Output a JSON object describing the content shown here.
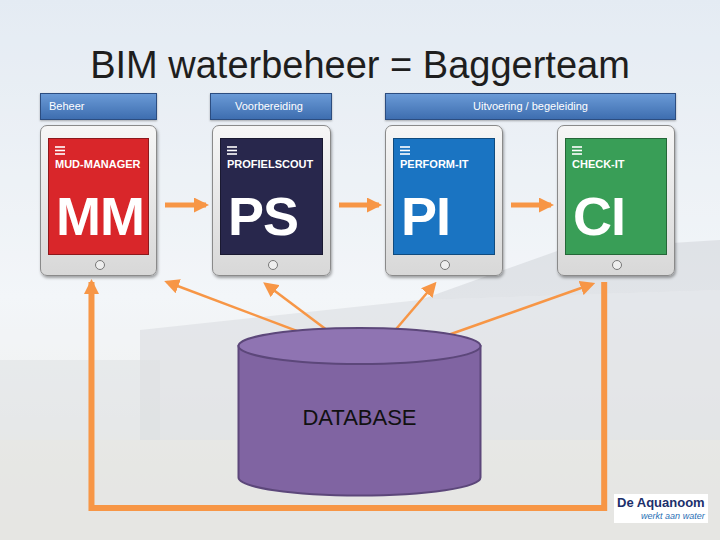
{
  "diagram": {
    "title": "BIM waterbeheer = Baggerteam",
    "nodes": [
      {
        "text": [
          "Beheer"
        ]
      },
      {
        "text": [
          "Voorbereiding"
        ]
      },
      {
        "text": [
          "Uitvoering / begeleiding"
        ]
      },
      {
        "text": [
          "MUD-MANAGER",
          "MM"
        ]
      },
      {
        "text": [
          "PROFIELSCOUT",
          "PS"
        ]
      },
      {
        "text": [
          "PERFORM-IT",
          "PI"
        ]
      },
      {
        "text": [
          "CHECK-IT",
          "CI"
        ]
      },
      {
        "text": [
          "DATABASE"
        ]
      }
    ],
    "edges": [
      {
        "from": 3,
        "to": 4,
        "arrow": "to"
      },
      {
        "from": 4,
        "to": 5,
        "arrow": "to"
      },
      {
        "from": 5,
        "to": 6,
        "arrow": "to"
      },
      {
        "from": 3,
        "to": 7,
        "arrow": "both"
      },
      {
        "from": 4,
        "to": 7,
        "arrow": "both"
      },
      {
        "from": 5,
        "to": 7,
        "arrow": "both"
      },
      {
        "from": 6,
        "to": 7,
        "arrow": "both"
      },
      {
        "from": 6,
        "to": 3,
        "arrow": "to"
      }
    ],
    "labels": [
      "De Aquanoom",
      "werkt aan water"
    ]
  }
}
